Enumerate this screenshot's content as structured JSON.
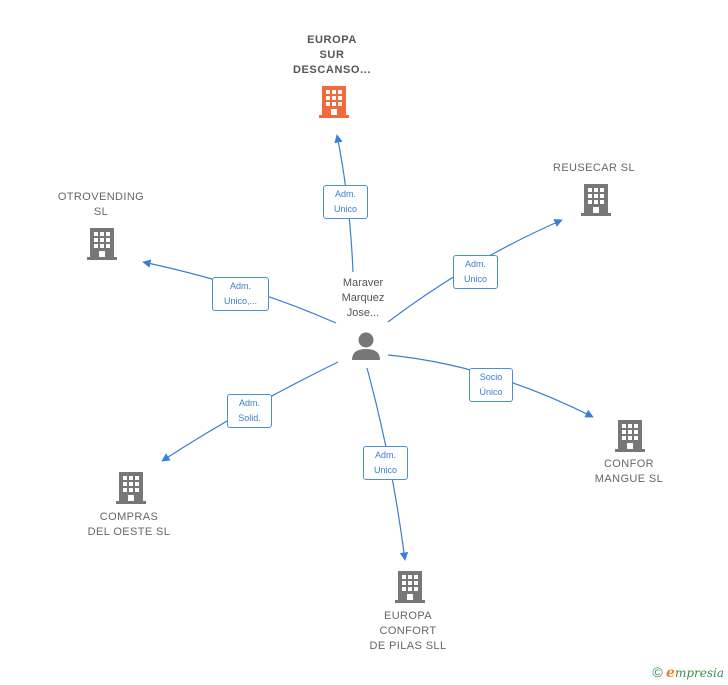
{
  "center": {
    "label": "Maraver\nMarquez\nJose..."
  },
  "nodes": [
    {
      "id": "europa-sur",
      "label": "EUROPA\nSUR\nDESCANSO...",
      "main": true
    },
    {
      "id": "reusecar",
      "label": "REUSECAR SL"
    },
    {
      "id": "otrovending",
      "label": "OTROVENDING\nSL"
    },
    {
      "id": "confor",
      "label": "CONFOR\nMANGUE  SL"
    },
    {
      "id": "compras",
      "label": "COMPRAS\nDEL OESTE  SL"
    },
    {
      "id": "europa-confort",
      "label": "EUROPA\nCONFORT\nDE PILAS SLL"
    }
  ],
  "edges": [
    {
      "to": "europa-sur",
      "label": "Adm.\nUnico"
    },
    {
      "to": "reusecar",
      "label": "Adm.\nUnico"
    },
    {
      "to": "otrovending",
      "label": "Adm.\nUnico,..."
    },
    {
      "to": "confor",
      "label": "Socio\nÚnico"
    },
    {
      "to": "compras",
      "label": "Adm.\nSolid."
    },
    {
      "to": "europa-confort",
      "label": "Adm.\nUnico"
    }
  ],
  "colors": {
    "edge": "#3a7fd0",
    "company": "#777777",
    "main_company": "#f26a3a",
    "person": "#777777"
  },
  "footer": {
    "copyright": "©",
    "brand_initial": "e",
    "brand_rest": "mpresia"
  }
}
